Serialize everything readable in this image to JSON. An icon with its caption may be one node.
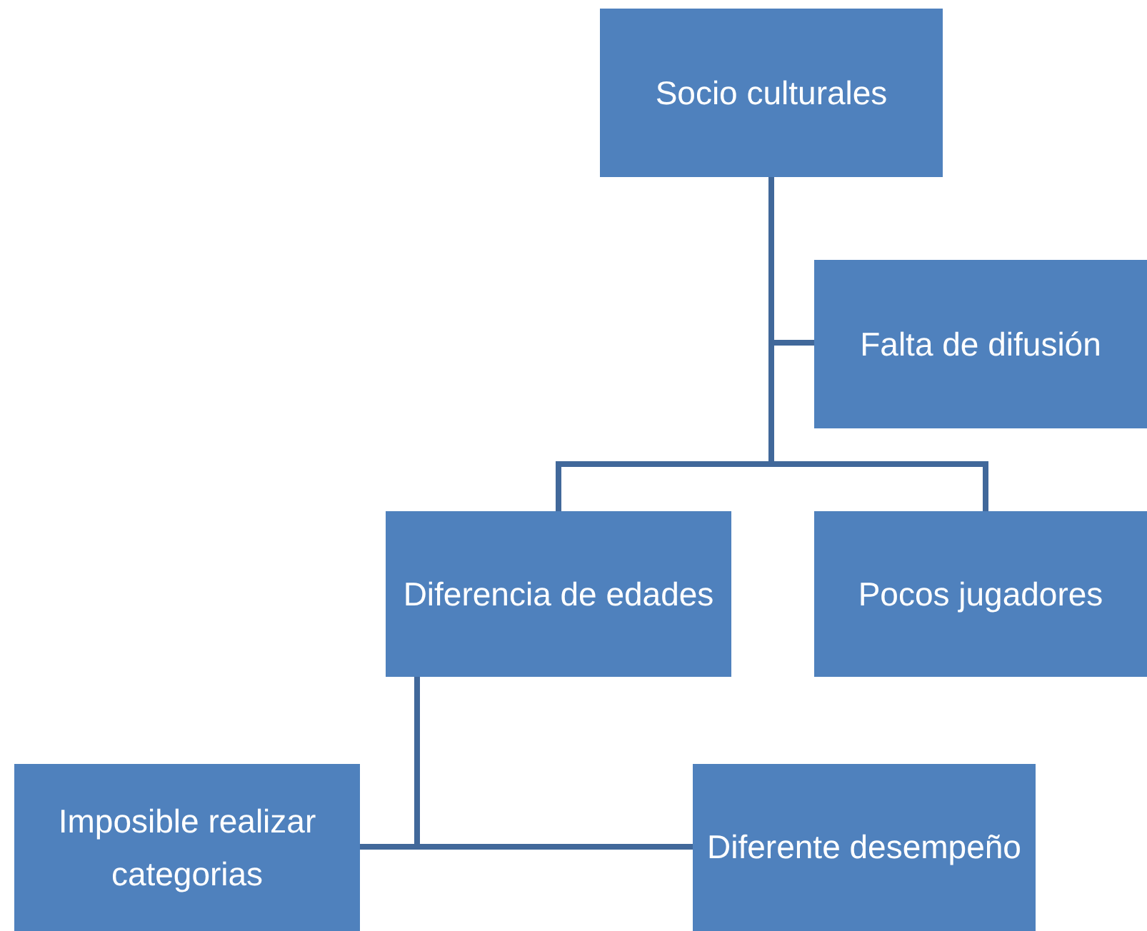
{
  "diagram": {
    "nodes": [
      {
        "text": [
          "Socio culturales"
        ]
      },
      {
        "text": [
          "Falta de difusión"
        ]
      },
      {
        "text": [
          "Diferencia de edades"
        ]
      },
      {
        "text": [
          "Pocos jugadores"
        ]
      },
      {
        "text": [
          "Imposible realizar categorias"
        ]
      },
      {
        "text": [
          "Diferente desempeño"
        ]
      }
    ],
    "edges": [
      {
        "from": 0,
        "to": 1,
        "arrow": "none"
      },
      {
        "from": 0,
        "to": 2,
        "arrow": "none"
      },
      {
        "from": 0,
        "to": 3,
        "arrow": "none"
      },
      {
        "from": 2,
        "to": 4,
        "arrow": "none"
      },
      {
        "from": 2,
        "to": 5,
        "arrow": "none"
      }
    ]
  }
}
